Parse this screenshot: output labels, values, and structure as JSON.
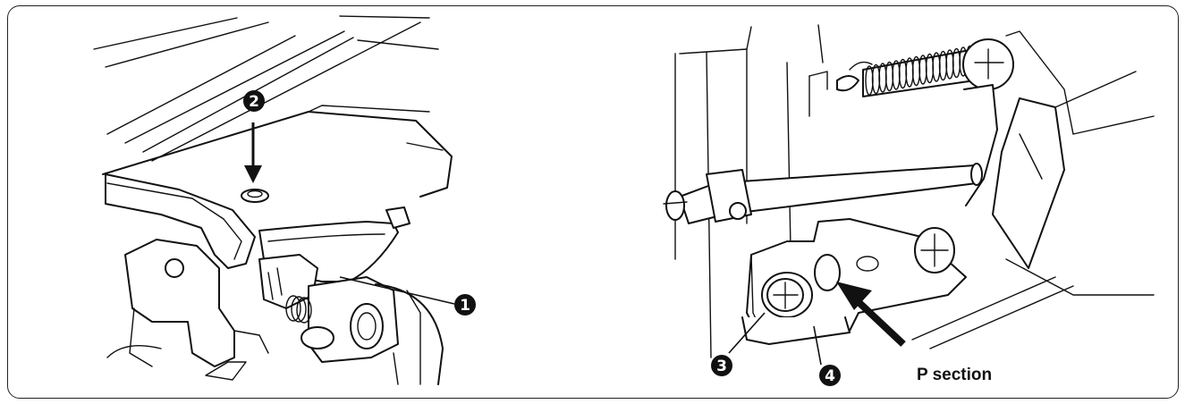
{
  "callouts": [
    {
      "id": "1",
      "glyph": "1"
    },
    {
      "id": "2",
      "glyph": "2"
    },
    {
      "id": "3",
      "glyph": "3"
    },
    {
      "id": "4",
      "glyph": "4"
    }
  ],
  "labels": {
    "p_section": "P section"
  }
}
